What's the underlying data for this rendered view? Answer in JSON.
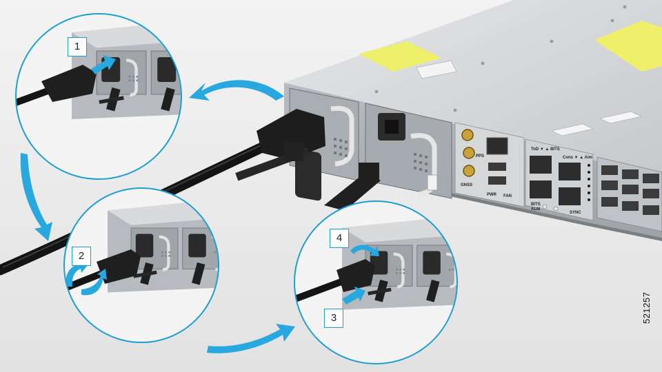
{
  "steps": [
    {
      "number": "1"
    },
    {
      "number": "2"
    },
    {
      "number": "3"
    },
    {
      "number": "4"
    }
  ],
  "port_labels": {
    "tod_bits": "ToD ▼ ▲ BITS",
    "cons_aim": "Cons ▼ ▲ Aim",
    "sync": "SYNC",
    "bits_alm": "BITS",
    "alm": "ALM",
    "pwr": "PWR",
    "fan": "FAN",
    "gnss": "GNSS",
    "pps": "PPS"
  },
  "figure_id": "521257",
  "colors": {
    "callout_ring": "#1b9fd0",
    "arrow": "#29a8e0",
    "chassis": "#c9ccd0",
    "label_patch": "#eef06a",
    "cable": "#1a1a1a"
  }
}
